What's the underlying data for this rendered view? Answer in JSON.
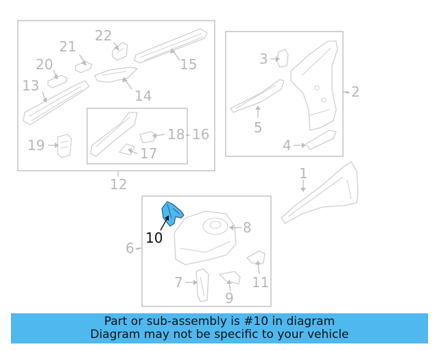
{
  "highlight_color": "#4fb8ee",
  "part_numbers": {
    "p1": "1",
    "p2": "2",
    "p3": "3",
    "p4": "4",
    "p5": "5",
    "p6": "6",
    "p7": "7",
    "p8": "8",
    "p9": "9",
    "p10": "10",
    "p11": "11",
    "p12": "12",
    "p13": "13",
    "p14": "14",
    "p15": "15",
    "p16": "16",
    "p17": "17",
    "p18": "18",
    "p19": "19",
    "p20": "20",
    "p21": "21",
    "p22": "22"
  },
  "highlighted_part": "10",
  "footer": {
    "line1": "Part or sub-assembly is #10 in diagram",
    "line2": "Diagram may not be specific to your vehicle"
  }
}
